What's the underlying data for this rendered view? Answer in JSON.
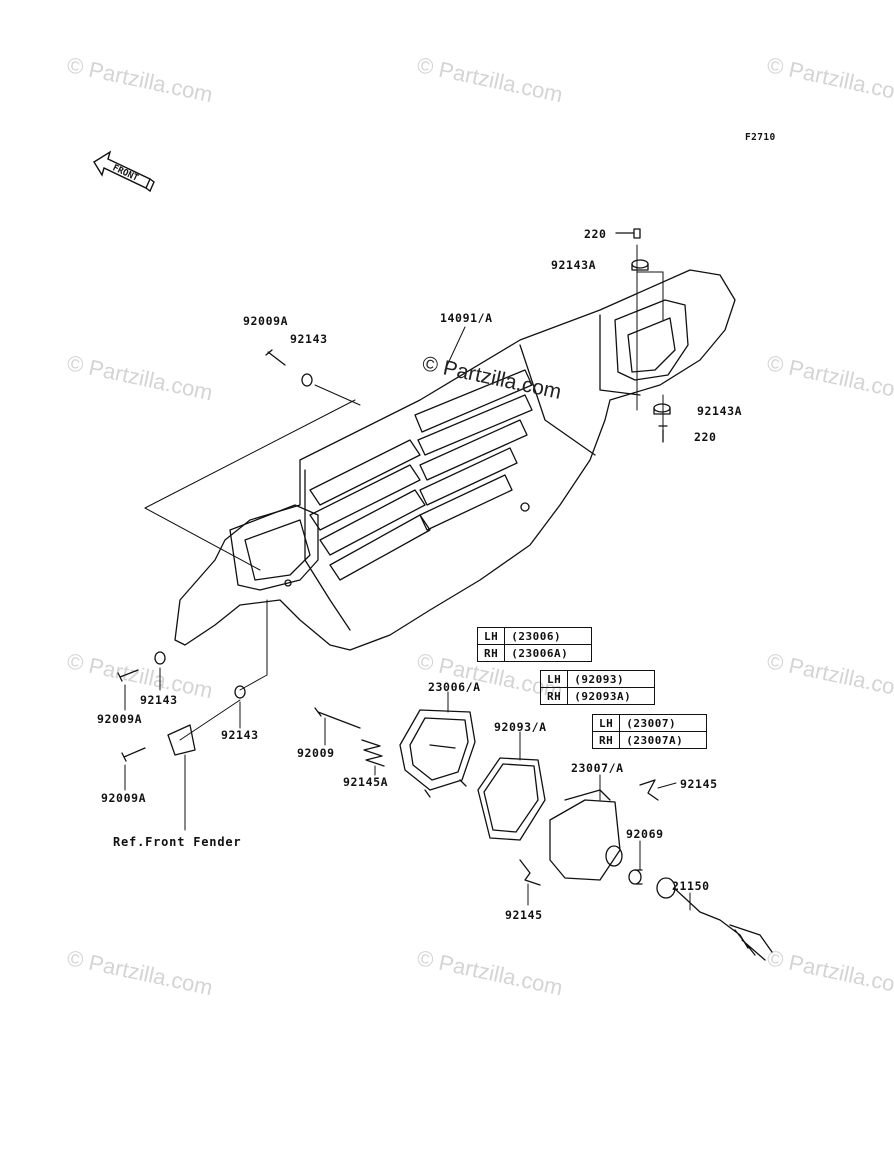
{
  "figure_code": "F2710",
  "front_label": "FRONT",
  "watermark": "© Partzilla.com",
  "center_watermark": "© Partzilla.com",
  "labels": {
    "p220_top": "220",
    "p92143A_top": "92143A",
    "p92009A_top": "92009A",
    "p92143_top": "92143",
    "p14091A": "14091/A",
    "p92143A_right": "92143A",
    "p220_right": "220",
    "p92143_left": "92143",
    "p92009A_left": "92009A",
    "p92143_mid": "92143",
    "p92009A_low": "92009A",
    "p92009": "92009",
    "p92145A": "92145A",
    "p23006A": "23006/A",
    "p92093A": "92093/A",
    "p23007A": "23007/A",
    "p92145_right": "92145",
    "p92069": "92069",
    "p21150": "21150",
    "p92145_low": "92145",
    "ref_front_fender": "Ref.Front Fender"
  },
  "variant_tables": [
    {
      "rows": [
        {
          "side": "LH",
          "part": "(23006)"
        },
        {
          "side": "RH",
          "part": "(23006A)"
        }
      ]
    },
    {
      "rows": [
        {
          "side": "LH",
          "part": "(92093)"
        },
        {
          "side": "RH",
          "part": "(92093A)"
        }
      ]
    },
    {
      "rows": [
        {
          "side": "LH",
          "part": "(23007)"
        },
        {
          "side": "RH",
          "part": "(23007A)"
        }
      ]
    }
  ]
}
